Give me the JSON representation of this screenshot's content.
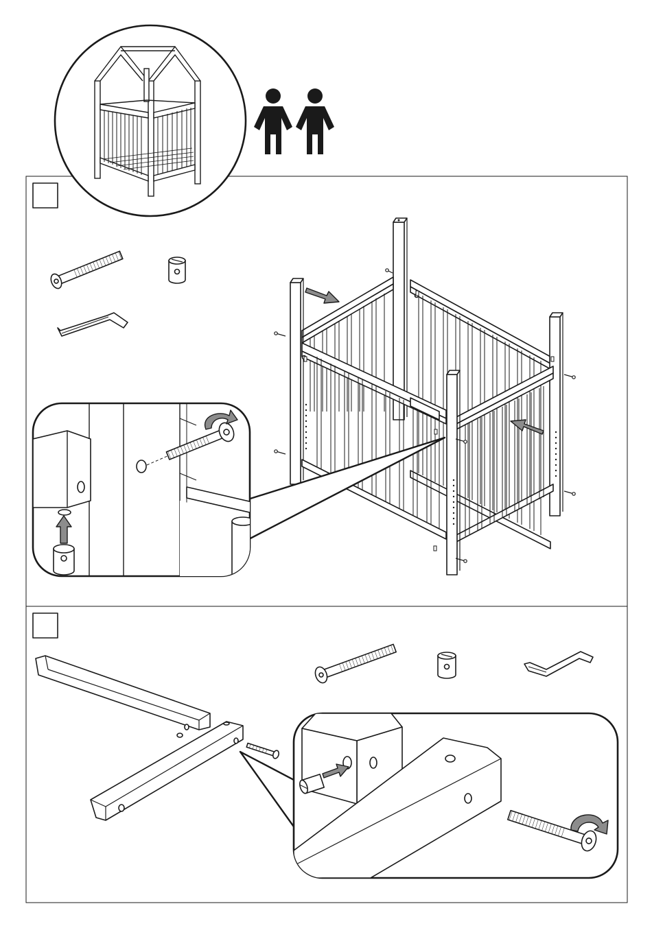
{
  "icons": {
    "finished_product": "finished-crib-house-illustration",
    "people": [
      "person-icon",
      "person-icon"
    ],
    "bolt": "bolt-icon",
    "barrel_nut": "barrel-nut-icon",
    "allen_key": "allen-key-icon",
    "push_arrow": "push-arrow-icon",
    "rotate_arrow": "rotate-arrow-icon"
  },
  "steps": [
    {
      "number": "",
      "hardware": [
        "bolt-icon",
        "barrel-nut-icon",
        "allen-key-icon"
      ],
      "illustration": "crib-frame-assembly",
      "detail": "bolt-into-barrel-nut-detail"
    },
    {
      "number": "",
      "hardware": [
        "bolt-icon",
        "barrel-nut-icon",
        "allen-key-icon"
      ],
      "illustration": "top-rail-corner-assembly",
      "detail": "rail-corner-bolt-detail"
    }
  ],
  "colors": {
    "line": "#1a1a1a",
    "arrow_fill": "#8c8c8c",
    "background": "#ffffff"
  }
}
